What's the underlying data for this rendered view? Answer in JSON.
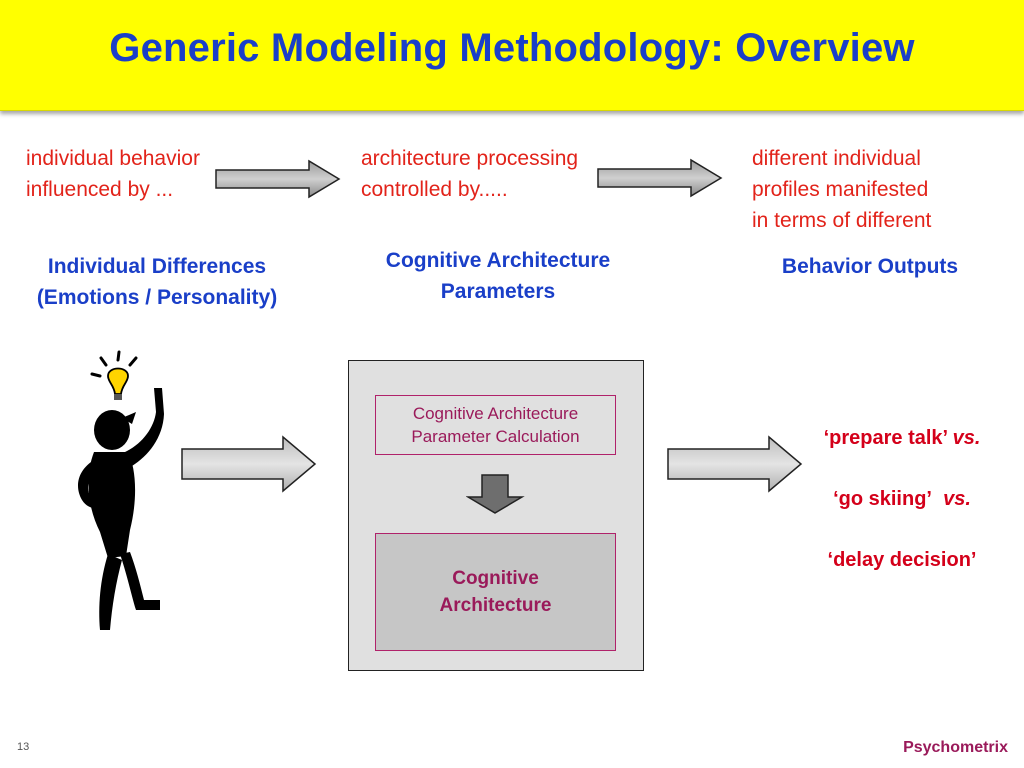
{
  "title": "Generic Modeling Methodology: Overview",
  "flow_texts": {
    "left": "individual  behavior\ninfluenced by ...",
    "middle": "architecture processing\ncontrolled by.....",
    "right": "different individual\nprofiles manifested\nin terms of different"
  },
  "labels": {
    "individual_differences": "Individual Differences\n(Emotions / Personality)",
    "architecture_parameters": "Cognitive Architecture\nParameters",
    "behavior_outputs": "Behavior Outputs"
  },
  "architecture_box": {
    "calc_label": "Cognitive Architecture\nParameter Calculation",
    "arch_label": "Cognitive\nArchitecture"
  },
  "outputs": {
    "item1": "‘prepare talk’",
    "vs1": "vs.",
    "item2": "‘go skiing’",
    "vs2": "vs.",
    "item3": "‘delay decision’"
  },
  "footer": {
    "page_number": "13",
    "brand": "Psychometrix"
  },
  "colors": {
    "header_bg": "#ffff00",
    "title": "#1a3fc8",
    "red_text": "#e2231a",
    "label_blue": "#1a3fc8",
    "magenta": "#9a1a5a"
  },
  "icons": [
    "thinking-figure-icon",
    "lightbulb-icon",
    "right-arrow-icon",
    "down-arrow-icon"
  ]
}
